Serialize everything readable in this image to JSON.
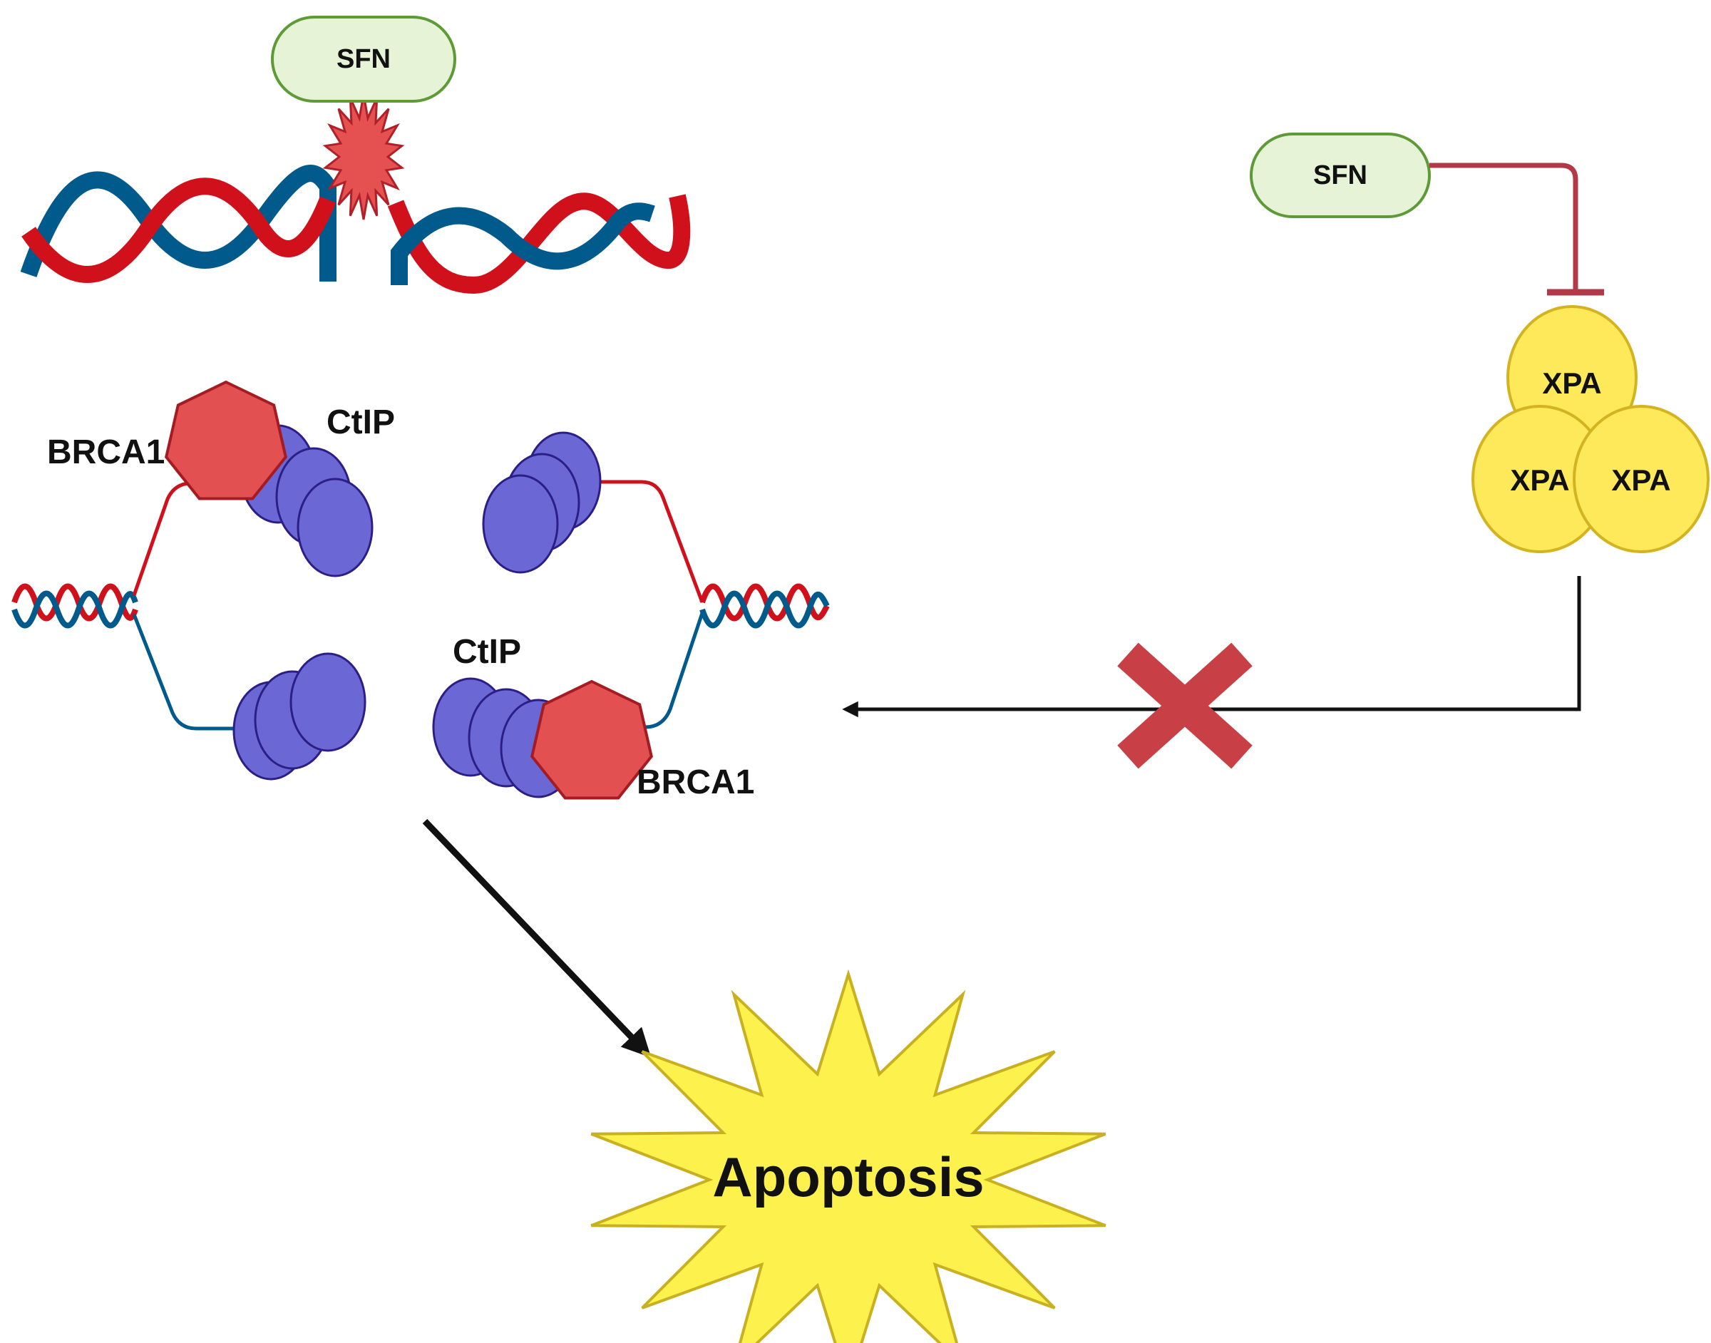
{
  "labels": {
    "sfn_top": "SFN",
    "sfn_right": "SFN",
    "brca1_top": "BRCA1",
    "ctip_top": "CtIP",
    "ctip_bottom": "CtIP",
    "brca1_bottom": "BRCA1",
    "xpa_top": "XPA",
    "xpa_left": "XPA",
    "xpa_right": "XPA",
    "apoptosis": "Apoptosis"
  },
  "colors": {
    "dna_red": "#d0111b",
    "dna_blue": "#005b8c",
    "sfn_fill": "#e6f3d6",
    "sfn_stroke": "#5e9a35",
    "damage_burst": "#e55050",
    "brca1_fill": "#e35052",
    "brca1_stroke": "#a41c22",
    "ctip_fill": "#6b68d6",
    "ctip_stroke": "#2b1f86",
    "xpa_fill": "#fde95a",
    "xpa_stroke": "#d3b320",
    "inhibition": "#b23a48",
    "block_x": "#c84046",
    "arrow": "#111111",
    "apoptosis_fill": "#fdf24d",
    "apoptosis_stroke": "#c8b020"
  }
}
